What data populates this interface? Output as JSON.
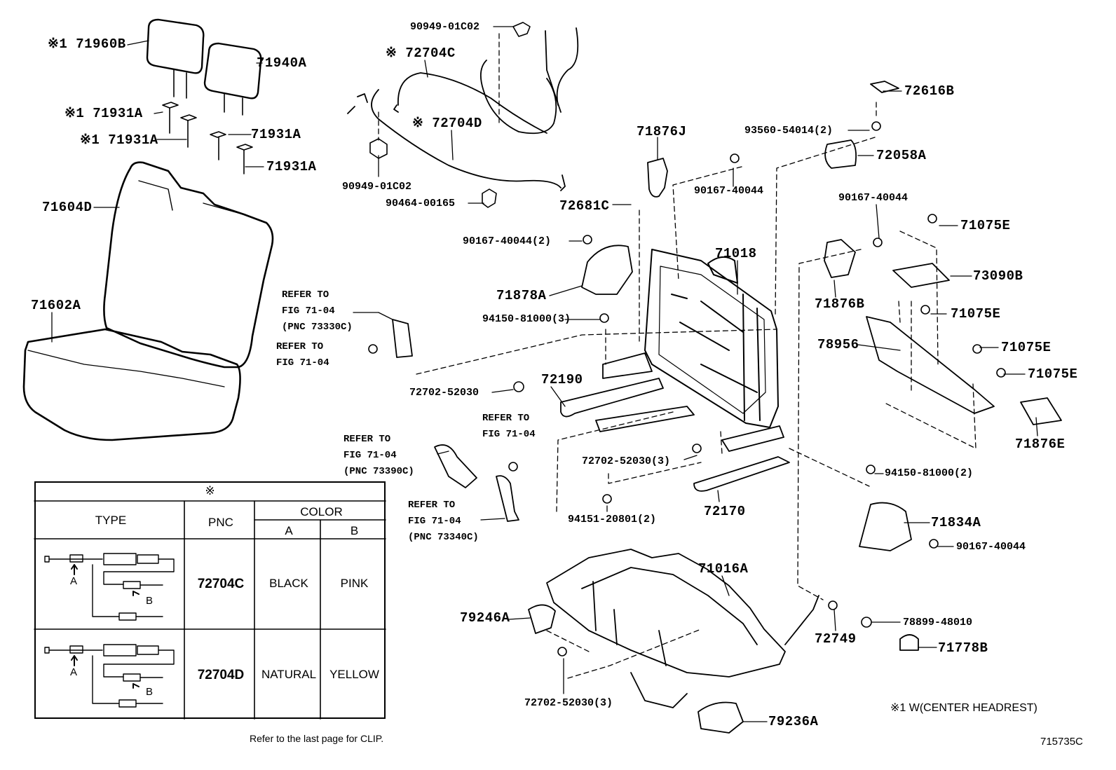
{
  "parts": [
    {
      "id": "p1",
      "text": "※1 71960B"
    },
    {
      "id": "p2",
      "text": "71940A"
    },
    {
      "id": "p3",
      "text": "※1 71931A"
    },
    {
      "id": "p4",
      "text": "71931A"
    },
    {
      "id": "p5",
      "text": "※1 71931A"
    },
    {
      "id": "p6",
      "text": "71931A"
    },
    {
      "id": "p7",
      "text": "71604D"
    },
    {
      "id": "p8",
      "text": "71602A"
    },
    {
      "id": "p9",
      "text": "90949-01C02"
    },
    {
      "id": "p10",
      "text": "※ 72704C"
    },
    {
      "id": "p11",
      "text": "※ 72704D"
    },
    {
      "id": "p12",
      "text": "90949-01C02"
    },
    {
      "id": "p13",
      "text": "90464-00165"
    },
    {
      "id": "p14",
      "text": "72616B"
    },
    {
      "id": "p15",
      "text": "93560-54014(2)"
    },
    {
      "id": "p16",
      "text": "71876J"
    },
    {
      "id": "p17",
      "text": "72058A"
    },
    {
      "id": "p18",
      "text": "90167-40044"
    },
    {
      "id": "p19",
      "text": "72681C"
    },
    {
      "id": "p20",
      "text": "90167-40044"
    },
    {
      "id": "p21",
      "text": "71075E"
    },
    {
      "id": "p22",
      "text": "90167-40044(2)"
    },
    {
      "id": "p23",
      "text": "71018"
    },
    {
      "id": "p24",
      "text": "73090B"
    },
    {
      "id": "p25",
      "text": "71878A"
    },
    {
      "id": "p26",
      "text": "71876B"
    },
    {
      "id": "p27",
      "text": "71075E"
    },
    {
      "id": "p28",
      "text": "94150-81000(3)"
    },
    {
      "id": "p29",
      "text": "78956"
    },
    {
      "id": "p30",
      "text": "71075E"
    },
    {
      "id": "p31",
      "text": "71075E"
    },
    {
      "id": "p32",
      "text": "72702-52030"
    },
    {
      "id": "p33",
      "text": "72190"
    },
    {
      "id": "p34",
      "text": "71876E"
    },
    {
      "id": "p35",
      "text": "72702-52030(3)"
    },
    {
      "id": "p36",
      "text": "94150-81000(2)"
    },
    {
      "id": "p37",
      "text": "72170"
    },
    {
      "id": "p38",
      "text": "94151-20801(2)"
    },
    {
      "id": "p39",
      "text": "71834A"
    },
    {
      "id": "p40",
      "text": "90167-40044"
    },
    {
      "id": "p41",
      "text": "71016A"
    },
    {
      "id": "p42",
      "text": "79246A"
    },
    {
      "id": "p43",
      "text": "72749"
    },
    {
      "id": "p44",
      "text": "78899-48010"
    },
    {
      "id": "p45",
      "text": "71778B"
    },
    {
      "id": "p46",
      "text": "72702-52030(3)"
    },
    {
      "id": "p47",
      "text": "79236A"
    }
  ],
  "references": [
    {
      "id": "r1",
      "text": "REFER TO\nFIG 71-04\n(PNC 73330C)"
    },
    {
      "id": "r2",
      "text": "REFER TO\nFIG 71-04"
    },
    {
      "id": "r3",
      "text": "REFER TO\nFIG 71-04"
    },
    {
      "id": "r4",
      "text": "REFER TO\nFIG 71-04\n(PNC 73390C)"
    },
    {
      "id": "r5",
      "text": "REFER TO\nFIG 71-04\n(PNC 73340C)"
    }
  ],
  "legend": {
    "mark": "※",
    "type_header": "TYPE",
    "pnc_header": "PNC",
    "color_header": "COLOR",
    "col_a": "A",
    "col_b": "B",
    "rows": [
      {
        "pnc": "72704C",
        "color_a": "BLACK",
        "color_b": "PINK",
        "arrow_a": "A",
        "arrow_b": "B"
      },
      {
        "pnc": "72704D",
        "color_a": "NATURAL",
        "color_b": "YELLOW",
        "arrow_a": "A",
        "arrow_b": "B"
      }
    ]
  },
  "notes": {
    "headrest_note": "※1 W(CENTER HEADREST)",
    "clip_note": "Refer to the last page for CLIP.",
    "figure_id": "715735C"
  }
}
